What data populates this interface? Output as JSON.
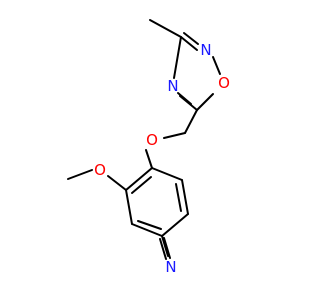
{
  "atoms": [
    {
      "id": "n_top",
      "text": "N",
      "color": "#1a1aff"
    },
    {
      "id": "n_left",
      "text": "N",
      "color": "#1a1aff"
    },
    {
      "id": "o_ring",
      "text": "O",
      "color": "#ff0000"
    },
    {
      "id": "o_ether",
      "text": "O",
      "color": "#ff0000"
    },
    {
      "id": "o_meth",
      "text": "O",
      "color": "#ff0000"
    },
    {
      "id": "n_nitr",
      "text": "N",
      "color": "#1a1aff"
    }
  ],
  "colors": {
    "bond": "#000000",
    "background": "#ffffff"
  }
}
